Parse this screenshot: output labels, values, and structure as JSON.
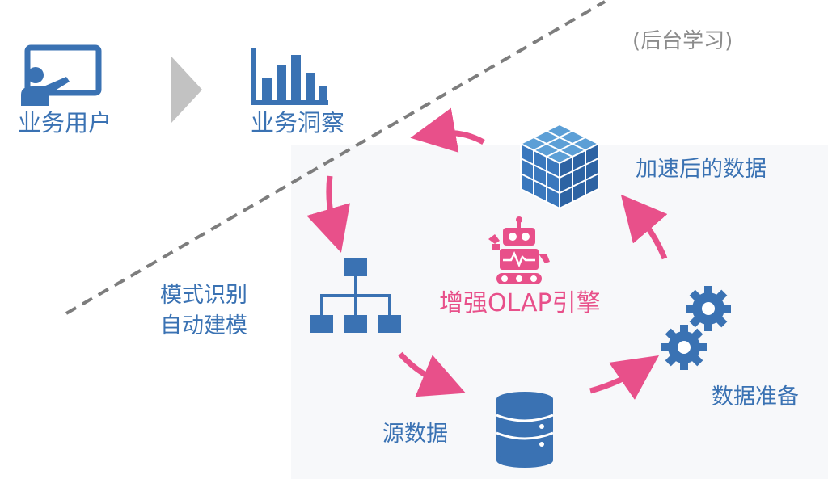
{
  "labels": {
    "business_user": "业务用户",
    "business_insight": "业务洞察",
    "background_learning": "(后台学习)",
    "accelerated_data": "加速后的数据",
    "pattern_recognition_line1": "模式识别",
    "pattern_recognition_line2": "自动建模",
    "enhanced_olap_engine": "增强OLAP引擎",
    "source_data": "源数据",
    "data_preparation": "数据准备"
  },
  "colors": {
    "primary_blue": "#3a72b3",
    "pink_accent": "#e8508a",
    "divider_gray": "#7d7d7d",
    "arrow_gray": "#c2c2c2"
  },
  "icons": [
    "presentation-user-icon",
    "bar-chart-icon",
    "chevron-right-icon",
    "cube-stack-icon",
    "robot-icon",
    "org-chart-icon",
    "database-icon",
    "gears-icon"
  ]
}
